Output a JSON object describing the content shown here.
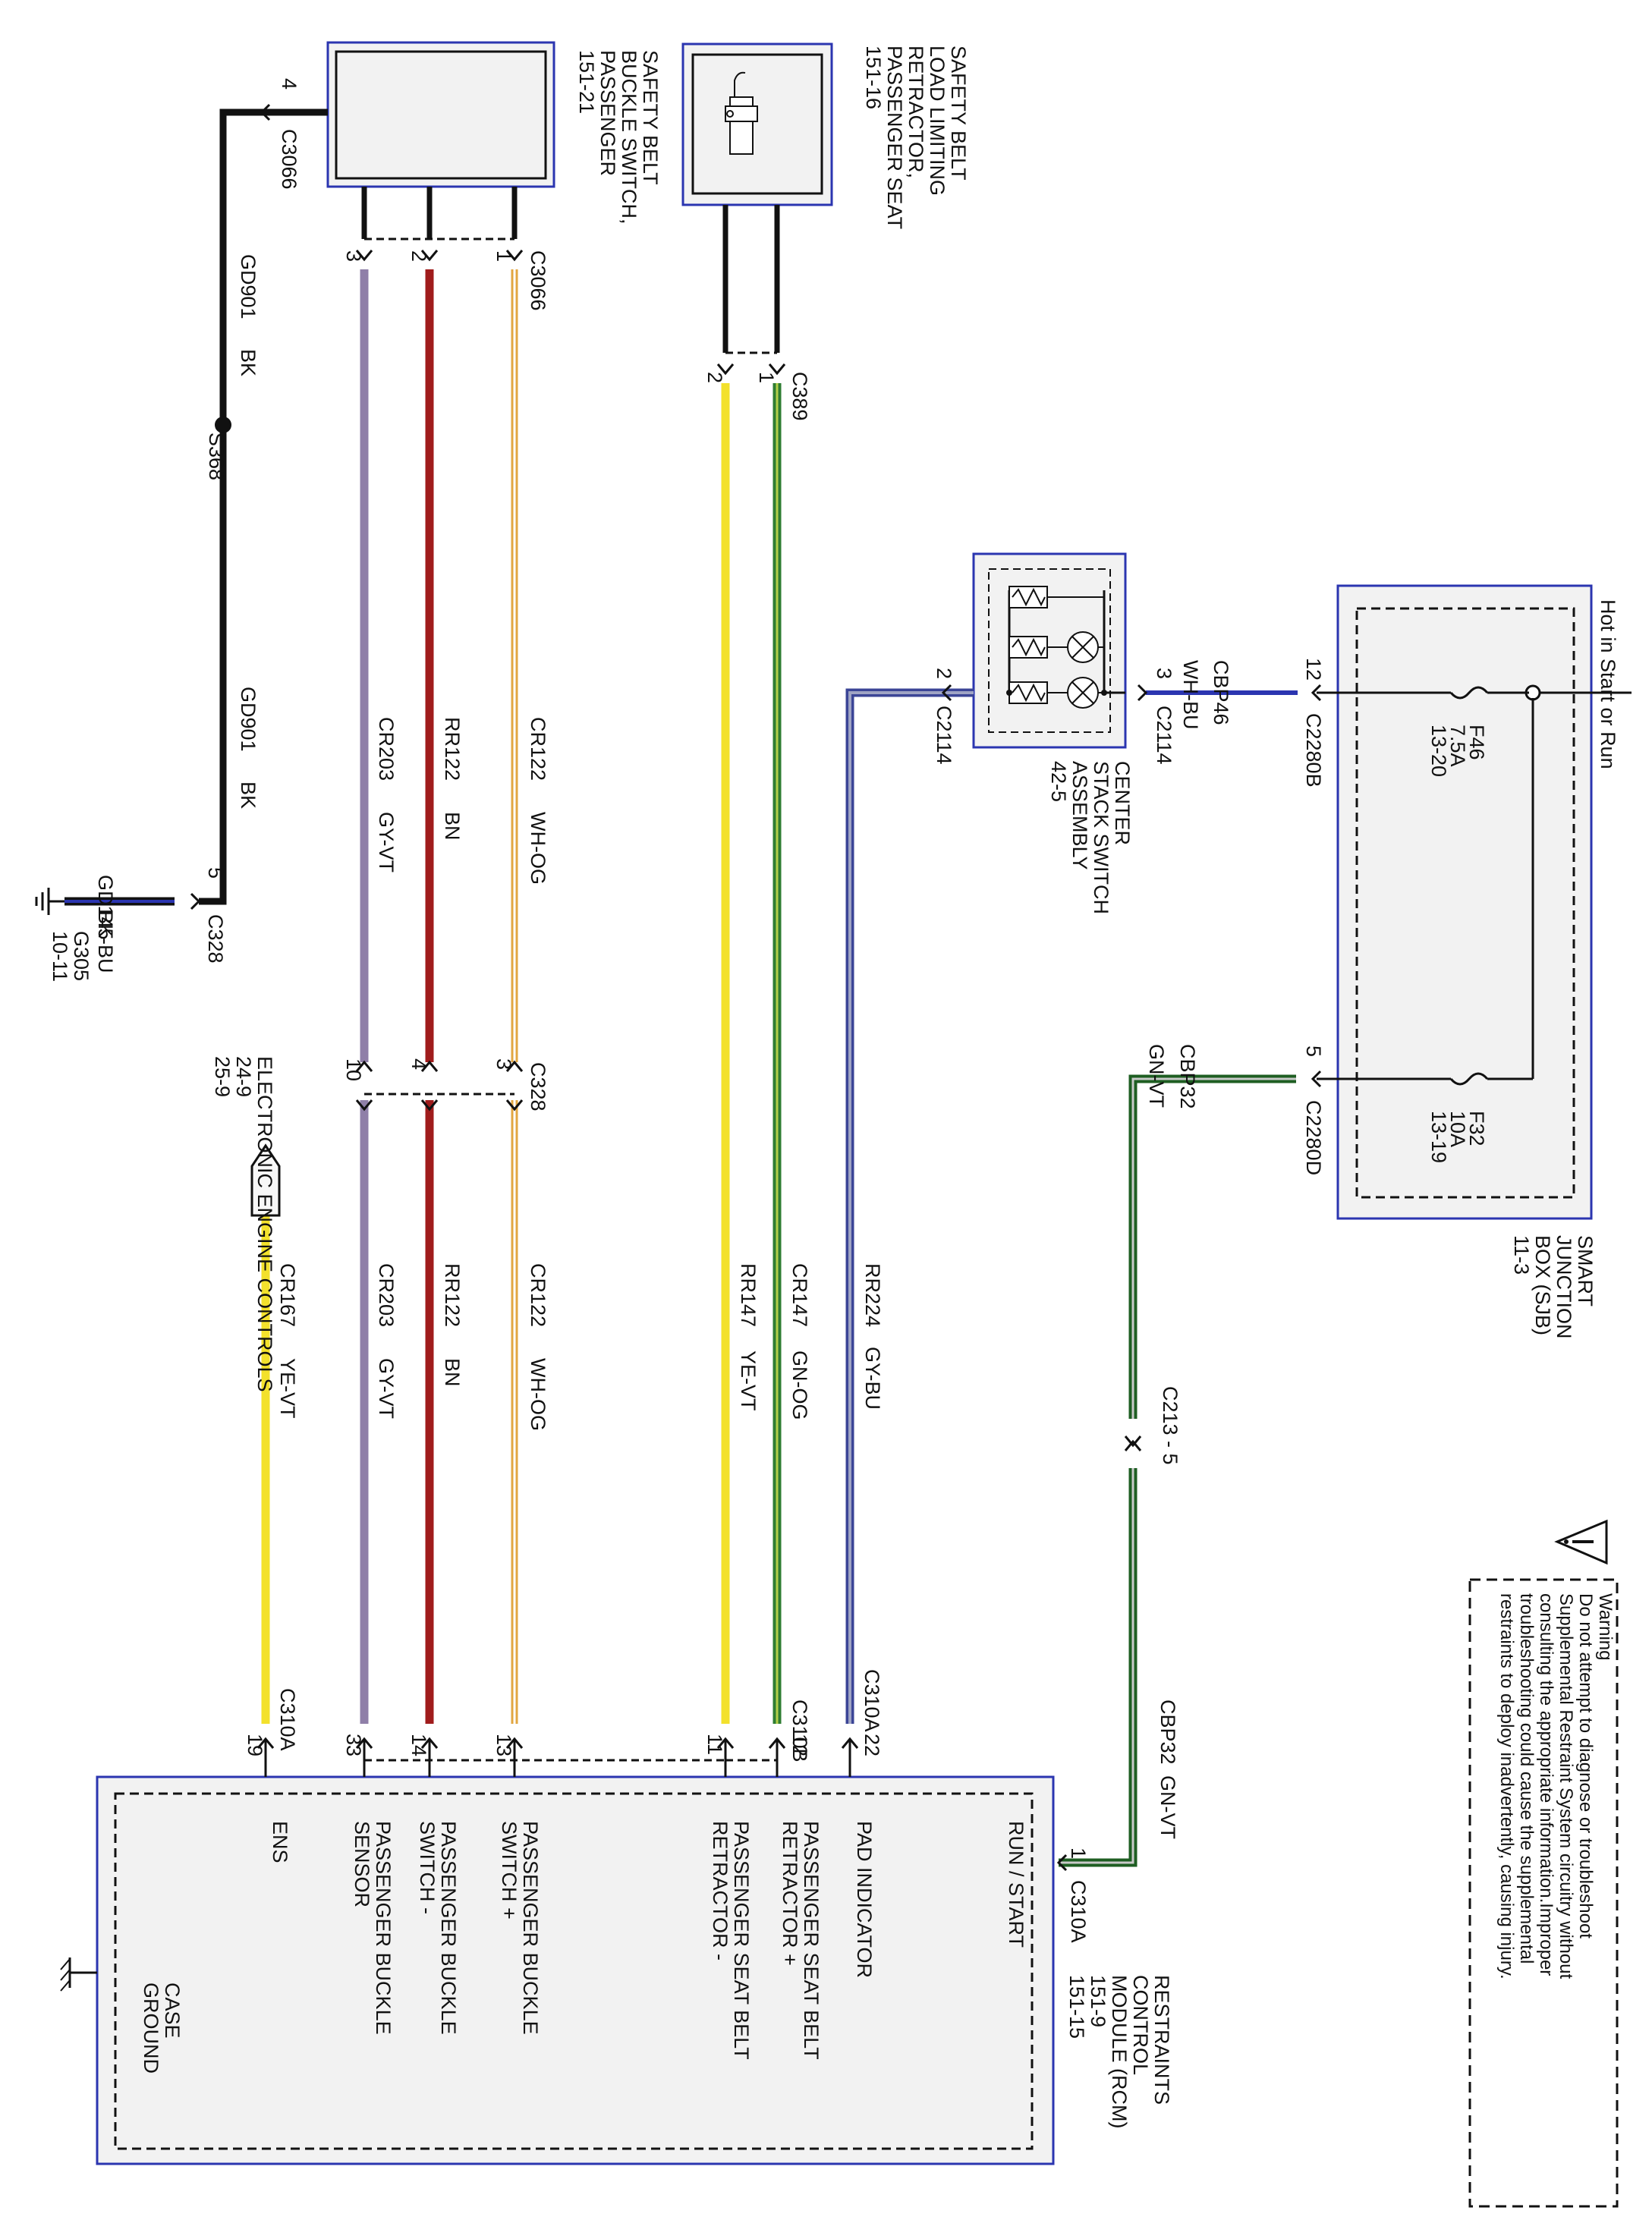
{
  "components": {
    "smart_junction_box": {
      "name_lines": [
        "SMART",
        "JUNCTION",
        "BOX (SJB)",
        "11-3"
      ],
      "hot_label": "Hot in Start or Run"
    },
    "center_stack_switch": {
      "name_lines": [
        "CENTER",
        "STACK SWITCH",
        "ASSEMBLY",
        "42-5"
      ]
    },
    "buckle_switch": {
      "name_lines": [
        "SAFETY BELT",
        "BUCKLE SWITCH,",
        "PASSENGER",
        "151-21"
      ]
    },
    "load_limiting_retractor": {
      "name_lines": [
        "SAFETY BELT",
        "LOAD LIMITING",
        "RETRACTOR,",
        "PASSENGER SEAT",
        "151-16"
      ]
    },
    "rcm": {
      "name_lines": [
        "RESTRAINTS",
        "CONTROL",
        "MODULE (RCM)",
        "151-9",
        "151-15"
      ]
    },
    "electronic_engine_controls": {
      "name_lines": [
        "ELECTRONIC ENGINE CONTROLS",
        "24-9",
        "25-9"
      ]
    },
    "ground_g305": {
      "name_lines": [
        "G305",
        "10-11"
      ]
    },
    "case_ground": {
      "name_lines": [
        "CASE",
        "GROUND"
      ]
    }
  },
  "fuses": {
    "f46": {
      "name": "F46",
      "rating": "7.5A",
      "ref": "13-20"
    },
    "f32": {
      "name": "F32",
      "rating": "10A",
      "ref": "13-19"
    }
  },
  "rcm_pins": {
    "run_start": "RUN / START",
    "pad_indicator": "PAD INDICATOR",
    "retractor_plus": [
      "PASSENGER SEAT BELT",
      "RETRACTOR +"
    ],
    "retractor_minus": [
      "PASSENGER SEAT BELT",
      "RETRACTOR -"
    ],
    "buckle_switch_plus": [
      "PASSENGER BUCKLE",
      "SWITCH +"
    ],
    "buckle_switch_minus": [
      "PASSENGER BUCKLE",
      "SWITCH -"
    ],
    "buckle_sensor": [
      "PASSENGER BUCKLE",
      "SENSOR"
    ],
    "ens": "ENS"
  },
  "connectors": {
    "c2280b": "C2280B",
    "c2280d": "C2280D",
    "c2114": "C2114",
    "c2213": "C213 - 5",
    "c3066": "C3066",
    "c389": "C389",
    "c328": "C328",
    "c310a": "C310A",
    "c310b": "C310B",
    "s368": "S368"
  },
  "pins": {
    "p12": "12",
    "p5": "5",
    "p3": "3",
    "p2": "2",
    "p1": "1",
    "p4": "4",
    "p10": "10",
    "p22": "22",
    "p11": "11",
    "p13": "13",
    "p14": "14",
    "p33": "33",
    "p19": "19"
  },
  "circuits": {
    "cbp46": {
      "id": "CBP46",
      "color": "WH-BU"
    },
    "cbp32": {
      "id": "CBP32",
      "color": "GN-VT"
    },
    "rr224": {
      "id": "RR224",
      "color": "GY-BU"
    },
    "cr147": {
      "id": "CR147",
      "color": "GN-OG"
    },
    "rr147": {
      "id": "RR147",
      "color": "YE-VT"
    },
    "cr122": {
      "id": "CR122",
      "color": "WH-OG"
    },
    "rr122": {
      "id": "RR122",
      "color": "BN"
    },
    "cr203": {
      "id": "CR203",
      "color": "GY-VT"
    },
    "cr167": {
      "id": "CR167",
      "color": "YE-VT"
    },
    "gd901": {
      "id": "GD901",
      "color": "BK"
    },
    "gd145": {
      "id": "GD145",
      "color": "BK-BU"
    }
  },
  "warning": {
    "title": "Warning",
    "lines": [
      "Do not attempt to diagnose or troubleshoot",
      "Supplemental Restraint System circuitry without",
      "consulting the appropriate information.Improper",
      "troubleshooting could cause the supplemental",
      "restraints to deploy inadvertently, causing injury."
    ]
  },
  "colors": {
    "wire_black": "#111111",
    "wire_gn": "#2e7d32",
    "wire_vt": "#9a8ab8",
    "wire_ye": "#f3e12c",
    "wire_bn": "#a01c1c",
    "wire_og": "#f0a020",
    "wire_bu": "#4a56a8",
    "box_border": "#2b35b0",
    "box_fill": "#f2f2f2"
  }
}
